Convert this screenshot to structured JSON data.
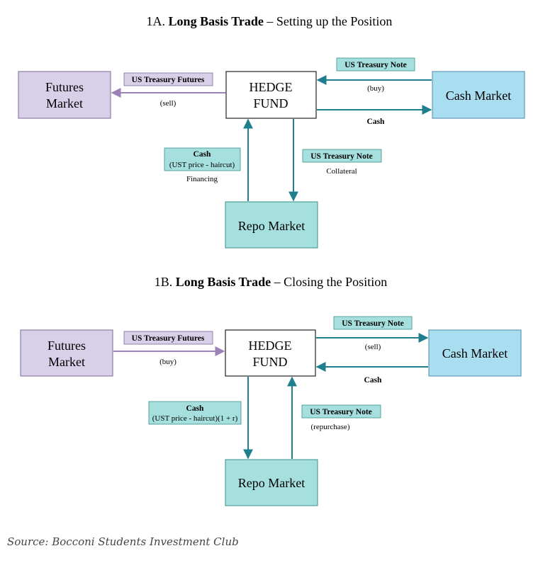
{
  "colors": {
    "purple_fill": "#d8d0e8",
    "teal_fill": "#a6e0de",
    "blue_fill": "#a9ddf0",
    "teal_line": "#1f7f8f",
    "purple_line": "#9b82b8"
  },
  "diagram_a": {
    "title_prefix": "1A. ",
    "title_bold": "Long Basis Trade",
    "title_suffix": " – Setting up the Position",
    "hedge_fund_line1": "HEDGE",
    "hedge_fund_line2": "FUND",
    "futures_line1": "Futures",
    "futures_line2": "Market",
    "cash_market": "Cash Market",
    "repo_market": "Repo Market",
    "futures_flow_label": "US Treasury Futures",
    "futures_flow_sub": "(sell)",
    "cash_in_label": "US Treasury Note",
    "cash_in_sub": "(buy)",
    "cash_out_label": "Cash",
    "repo_cash_label": "Cash",
    "repo_cash_sub": "(UST price - haircut)",
    "repo_cash_note": "Financing",
    "repo_note_label": "US Treasury Note",
    "repo_note_sub": "Collateral"
  },
  "diagram_b": {
    "title_prefix": "1B. ",
    "title_bold": "Long Basis Trade",
    "title_suffix": " – Closing the Position",
    "hedge_fund_line1": "HEDGE",
    "hedge_fund_line2": "FUND",
    "futures_line1": "Futures",
    "futures_line2": "Market",
    "cash_market": "Cash Market",
    "repo_market": "Repo Market",
    "futures_flow_label": "US Treasury Futures",
    "futures_flow_sub": "(buy)",
    "cash_out_label": "US Treasury Note",
    "cash_out_sub": "(sell)",
    "cash_in_label": "Cash",
    "repo_cash_label": "Cash",
    "repo_cash_sub": "(UST price - haircut)(1 + r)",
    "repo_note_label": "US Treasury Note",
    "repo_note_sub": "(repurchase)"
  },
  "source": "Source: Bocconi Students Investment Club"
}
